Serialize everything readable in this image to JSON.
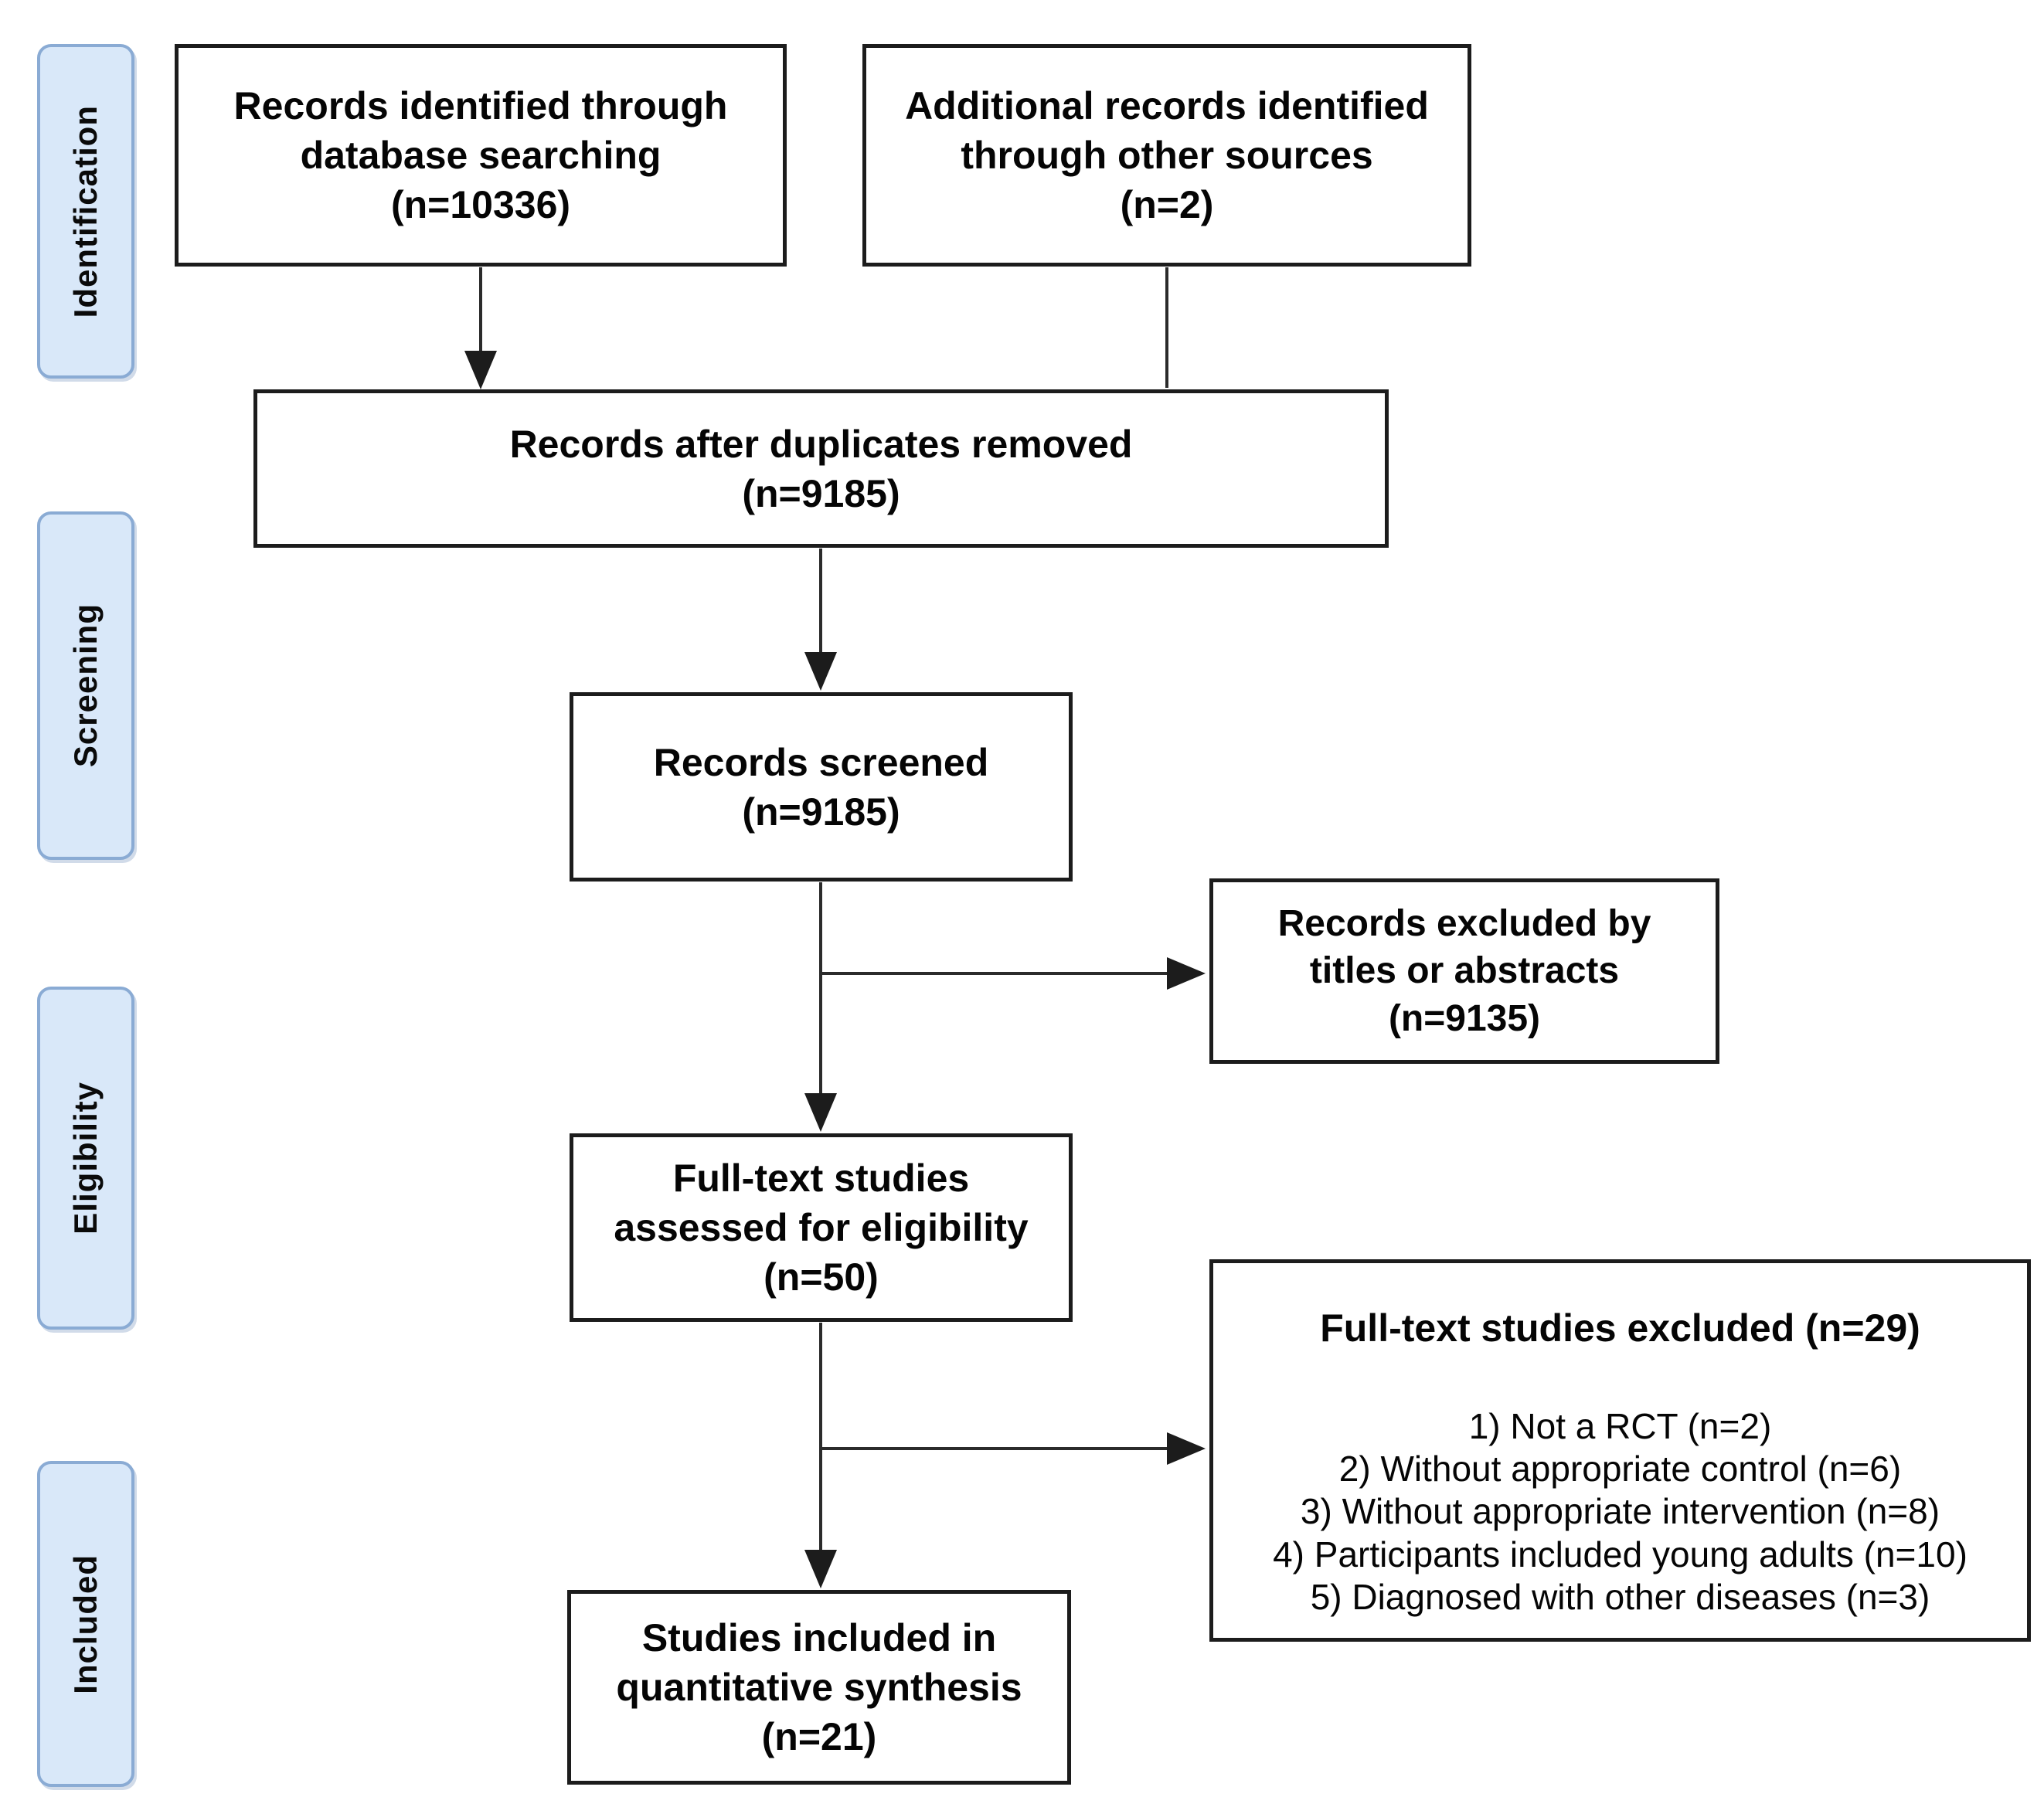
{
  "colors": {
    "stage_fill": "#d9e8f9",
    "stage_border": "#8aabd4",
    "box_border": "#1c1c1c",
    "arrow": "#2b2b2b",
    "text": "#050505"
  },
  "stages": [
    {
      "label": "Identification"
    },
    {
      "label": "Screening"
    },
    {
      "label": "Eligibility"
    },
    {
      "label": "Included"
    }
  ],
  "boxes": {
    "identified": {
      "lines": [
        "Records identified through",
        "database searching",
        "(n=10336)"
      ]
    },
    "additional": {
      "lines": [
        "Additional records identified",
        "through other sources",
        "(n=2)"
      ]
    },
    "deduplicated": {
      "lines": [
        "Records after duplicates removed",
        "(n=9185)"
      ]
    },
    "screened": {
      "lines": [
        "Records screened",
        "(n=9185)"
      ]
    },
    "excluded_titles": {
      "lines": [
        "Records excluded by",
        "titles or abstracts",
        "(n=9135)"
      ]
    },
    "fulltext_assessed": {
      "lines": [
        "Full-text studies",
        "assessed for eligibility",
        "(n=50)"
      ]
    },
    "fulltext_excluded": {
      "heading": "Full-text studies excluded (n=29)",
      "items": [
        "1) Not a RCT (n=2)",
        "2) Without appropriate control (n=6)",
        "3) Without appropriate intervention (n=8)",
        "4) Participants included young adults (n=10)",
        "5) Diagnosed with other diseases (n=3)"
      ]
    },
    "included_synthesis": {
      "lines": [
        "Studies included in",
        "quantitative synthesis",
        "(n=21)"
      ]
    }
  }
}
